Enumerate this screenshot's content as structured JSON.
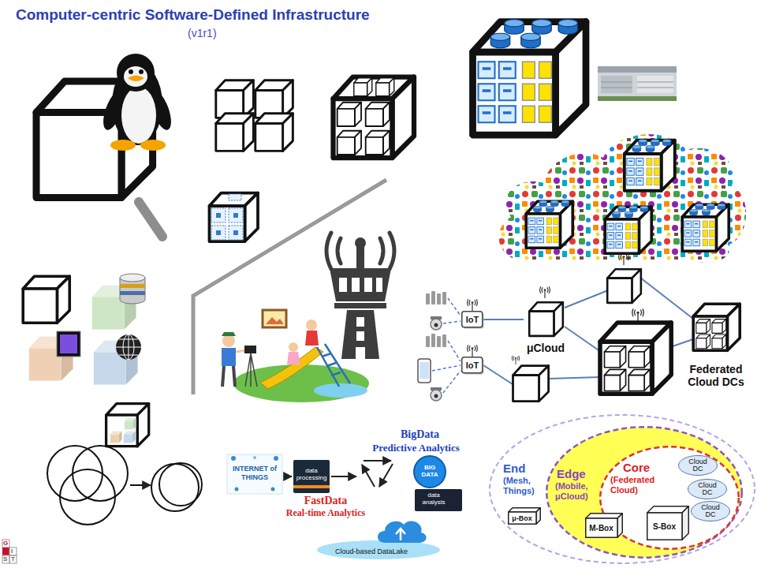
{
  "diagram": {
    "title": "Computer-centric Software-Defined Infrastructure",
    "nodes": [
      {
        "text": [
          "IoT"
        ]
      },
      {
        "text": [
          "IoT"
        ]
      },
      {
        "text": [
          "μCloud"
        ]
      },
      {
        "text": [
          "Federated Cloud DCs"
        ]
      },
      {
        "text": [
          "End",
          "(Mesh, Things)"
        ]
      },
      {
        "text": [
          "Edge",
          "(Mobile, μCloud)"
        ],
        "in": 4
      },
      {
        "text": [
          "Core",
          "(Federated Cloud)"
        ],
        "in": 5
      },
      {
        "text": [
          "Cloud DC"
        ],
        "in": 6
      },
      {
        "text": [
          "Cloud DC"
        ],
        "in": 6
      },
      {
        "text": [
          "Cloud DC"
        ],
        "in": 6
      },
      {
        "text": [
          "S-Box"
        ],
        "in": 6
      },
      {
        "text": [
          "M-Box"
        ],
        "in": 5
      },
      {
        "text": [
          "μ-Box"
        ],
        "in": 4
      }
    ],
    "edges": [
      {
        "from": 0,
        "to": 2,
        "arrow": "none"
      }
    ],
    "labels": [
      "(v1r1)",
      "BigData",
      "Predictive Analytics",
      "INTERNET of THINGS",
      "data processing",
      "BIG DATA",
      "data analysis",
      "FastData",
      "Real-time Analytics",
      "Cloud-based DataLake",
      "G",
      "I",
      "S",
      "T"
    ]
  }
}
